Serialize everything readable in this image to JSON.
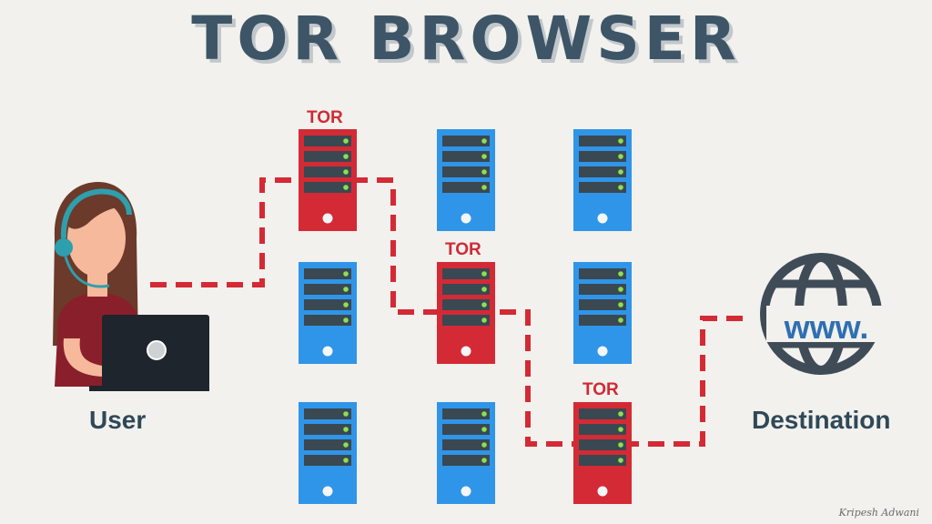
{
  "title": "TOR BROWSER",
  "labels": {
    "user": "User",
    "destination": "Destination",
    "tor": "TOR",
    "www": "www."
  },
  "signature": "Kripesh Adwani",
  "colors": {
    "tor_server": "#d42a35",
    "normal_server": "#2f95e8",
    "route": "#d42a35",
    "globe": "#3f4c57",
    "title": "#3d5566"
  },
  "icons": {
    "user": "user-with-headset-laptop-icon",
    "destination": "globe-www-icon",
    "server": "server-rack-icon"
  },
  "nodes": {
    "grid_columns": 3,
    "grid_rows": 3,
    "tor_nodes": [
      {
        "row": 1,
        "col": 1
      },
      {
        "row": 2,
        "col": 2
      },
      {
        "row": 3,
        "col": 3
      }
    ]
  }
}
